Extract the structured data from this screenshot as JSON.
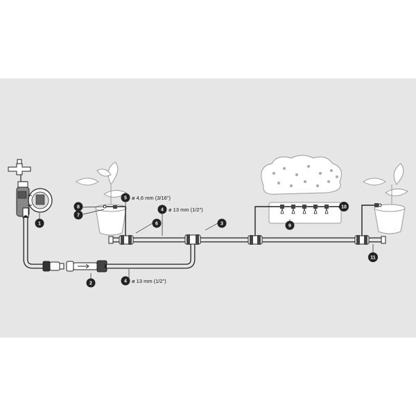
{
  "diagram": {
    "callouts": [
      {
        "id": "c1",
        "number": "1"
      },
      {
        "id": "c2",
        "number": "2"
      },
      {
        "id": "c3",
        "number": "3"
      },
      {
        "id": "c4a",
        "number": "4"
      },
      {
        "id": "c4b",
        "number": "4"
      },
      {
        "id": "c5",
        "number": "5"
      },
      {
        "id": "c6",
        "number": "6"
      },
      {
        "id": "c7",
        "number": "7"
      },
      {
        "id": "c8",
        "number": "8"
      },
      {
        "id": "c9",
        "number": "9"
      },
      {
        "id": "c10",
        "number": "10"
      },
      {
        "id": "c11",
        "number": "11"
      }
    ],
    "labels": {
      "small_pipe": "ø 4,6 mm (3/16\")",
      "main_pipe_upper": "ø 13 mm (1/2\")",
      "main_pipe_lower": "ø 13 mm (1/2\")"
    },
    "colors": {
      "background": "#e6e6e6",
      "line": "#222222",
      "callout_fill": "#222222",
      "foliage": "#ffffff"
    }
  }
}
